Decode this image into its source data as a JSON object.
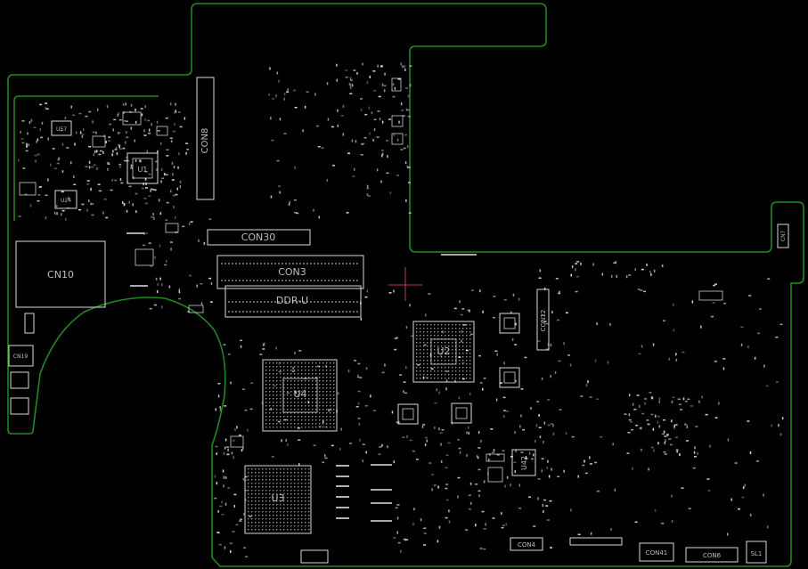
{
  "board": {
    "background": "#000000",
    "outline_color": "#1f8a1f",
    "part_color": "#d9d9d9",
    "marker_color": "#c03a5a"
  },
  "labels": {
    "con8": "CON8",
    "con30": "CON30",
    "con3": "CON3",
    "ddr": "DDR-U",
    "cn10": "CN10",
    "u2": "U2",
    "u3": "U3",
    "u4": "U4",
    "u42": "U42",
    "con12": "CON12",
    "con4": "CON4",
    "con41": "CON41",
    "con6": "CON6",
    "cn19": "CN19",
    "u1": "U1",
    "u57": "U57",
    "u24": "U24",
    "sl1": "SL1",
    "cn7": "CN7"
  }
}
